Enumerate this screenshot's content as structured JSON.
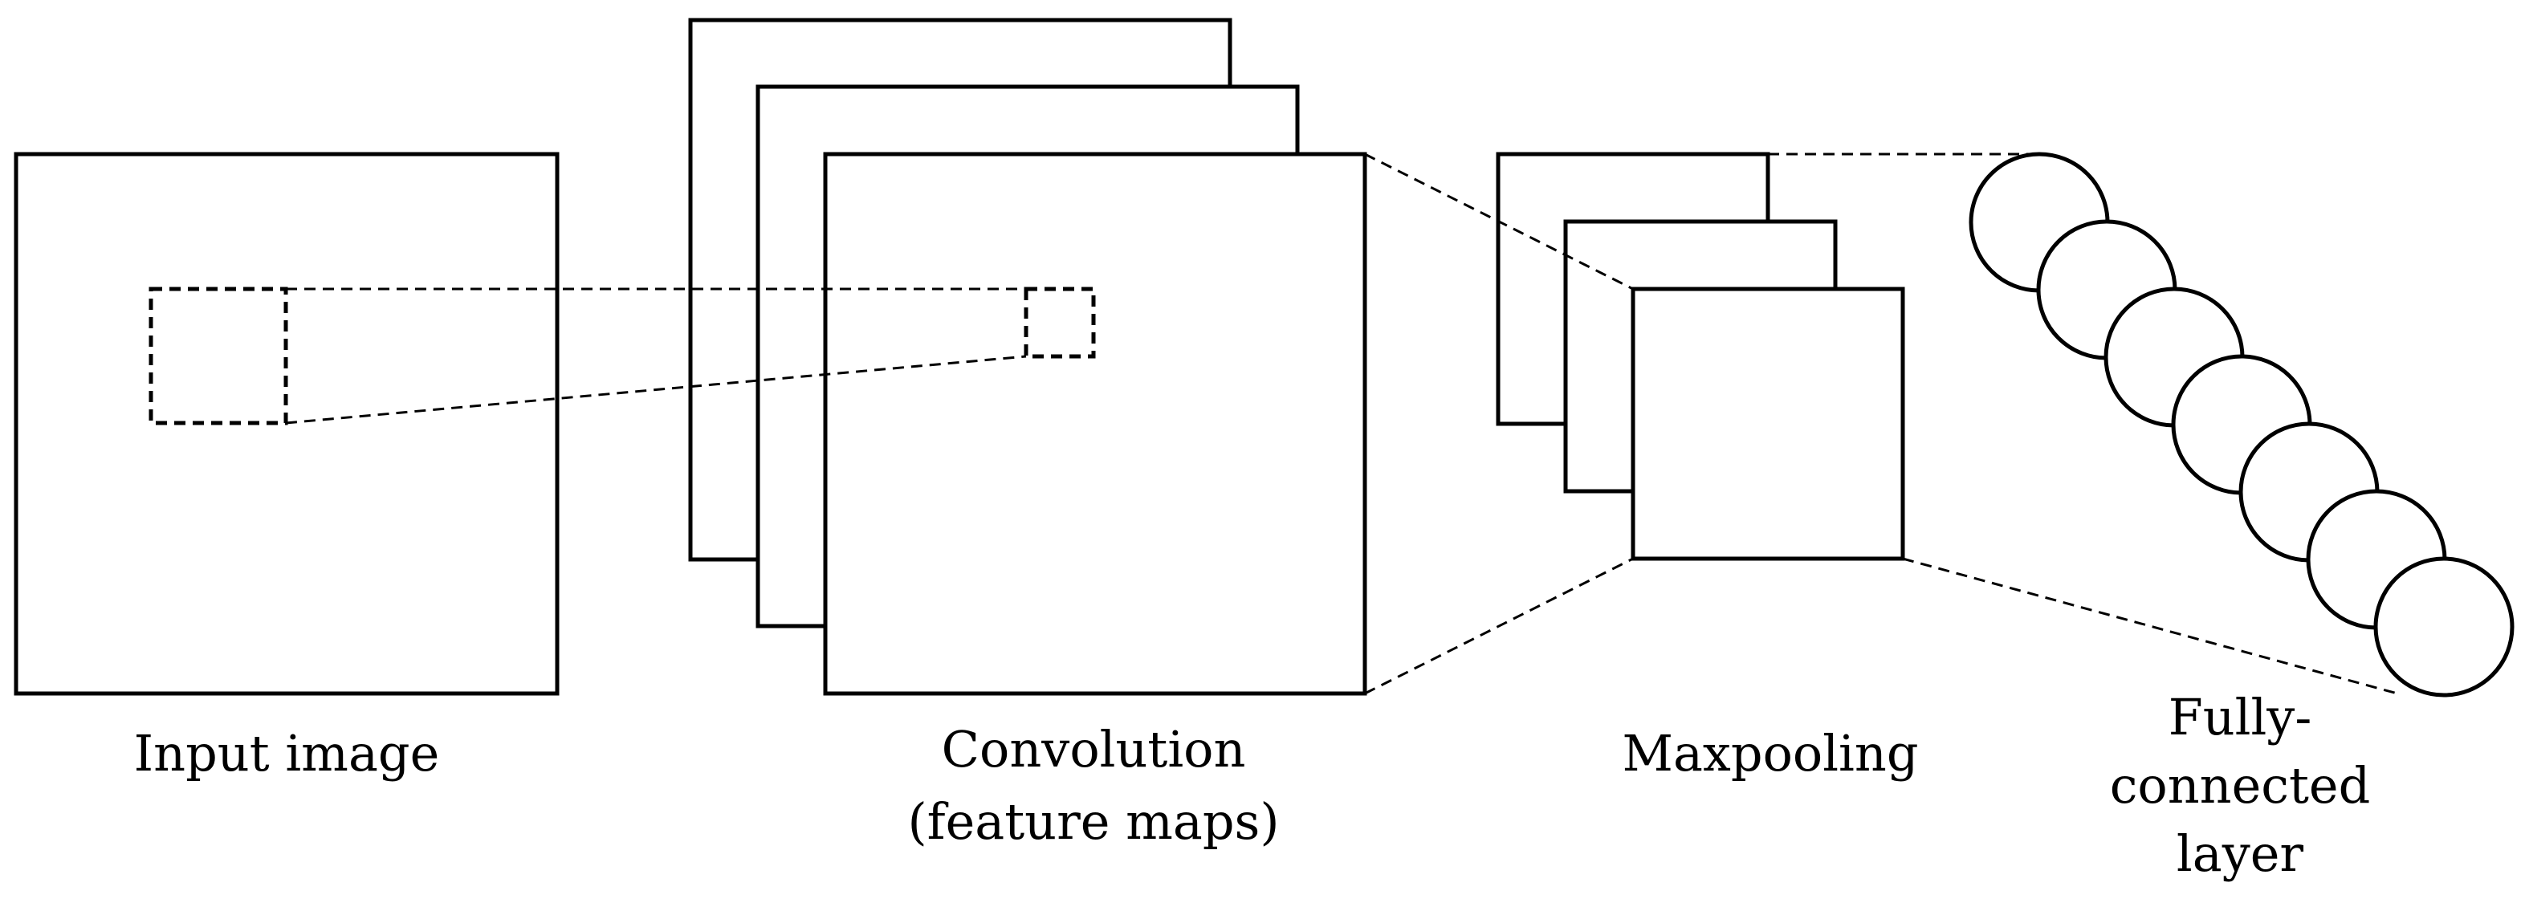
{
  "labels": {
    "input": "Input image",
    "conv_line1": "Convolution",
    "conv_line2": "(feature maps)",
    "pool": "Maxpooling",
    "fc_line1": "Fully-",
    "fc_line2": "connected",
    "fc_line3": "layer"
  },
  "colors": {
    "stroke": "#000000",
    "fill": "#ffffff",
    "background": "#ffffff"
  }
}
